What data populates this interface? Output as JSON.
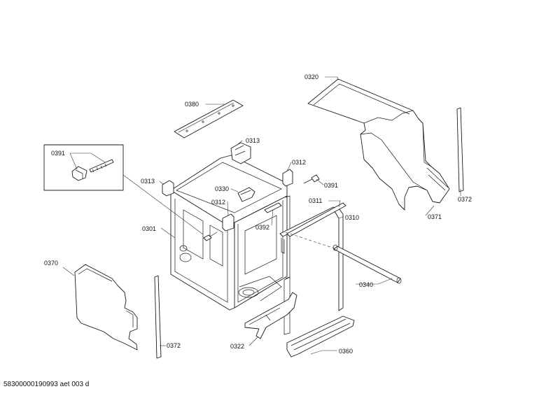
{
  "labels": {
    "p0320": "0320",
    "p0380": "0380",
    "p0313a": "0313",
    "p0313b": "0313",
    "p0312a": "0312",
    "p0312b": "0312",
    "p0330": "0330",
    "p0391a": "0391",
    "p0391b": "0391",
    "p0311": "0311",
    "p0310": "0310",
    "p0392": "0392",
    "p0301": "0301",
    "p0370": "0370",
    "p0372a": "0372",
    "p0372b": "0372",
    "p0371": "0371",
    "p0340": "0340",
    "p0322": "0322",
    "p0360": "0360"
  },
  "footer": "58300000190993 aet 003 d"
}
